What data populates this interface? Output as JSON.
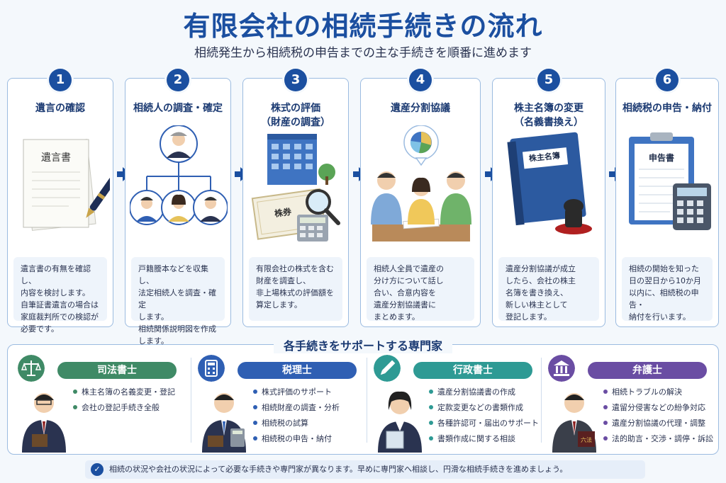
{
  "header": {
    "title": "有限会社の相続手続きの流れ",
    "subtitle": "相続発生から相続税の申告までの主な手続きを順番に進めます"
  },
  "steps": [
    {
      "number": "1",
      "title": [
        "遺言の確認"
      ],
      "doc_label": "遺言書",
      "desc": [
        "遺言書の有無を確認し、",
        "内容を検討します。",
        "自筆証書遺言の場合は",
        "家庭裁判所での検認が",
        "必要です。"
      ]
    },
    {
      "number": "2",
      "title": [
        "相続人の調査・確定"
      ],
      "desc": [
        "戸籍謄本などを収集し、",
        "法定相続人を調査・確定",
        "します。",
        "相続関係説明図を作成",
        "します。"
      ]
    },
    {
      "number": "3",
      "title": [
        "株式の評価",
        "（財産の調査）"
      ],
      "doc_label": "株券",
      "desc": [
        "有限会社の株式を含む",
        "財産を調査し、",
        "非上場株式の評価額を",
        "算定します。"
      ]
    },
    {
      "number": "4",
      "title": [
        "遺産分割協議"
      ],
      "desc": [
        "相続人全員で遺産の",
        "分け方について話し",
        "合い、合意内容を",
        "遺産分割協議書に",
        "まとめます。"
      ]
    },
    {
      "number": "5",
      "title": [
        "株主名簿の変更",
        "（名義書換え）"
      ],
      "doc_label": "株主名簿",
      "desc": [
        "遺産分割協議が成立",
        "したら、会社の株主",
        "名簿を書き換え、",
        "新しい株主として",
        "登記します。"
      ]
    },
    {
      "number": "6",
      "title": [
        "相続税の申告・納付"
      ],
      "doc_label": "申告書",
      "desc": [
        "相続の開始を知った",
        "日の翌日から10か月",
        "以内に、相続税の申告・",
        "納付を行います。"
      ]
    }
  ],
  "experts_section": {
    "title": "各手続きをサポートする専門家",
    "experts": [
      {
        "role": "司法書士",
        "color": "#3f8a66",
        "icon": "scales-icon",
        "items": [
          "株主名簿の名義変更・登記",
          "会社の登記手続き全般"
        ]
      },
      {
        "role": "税理士",
        "color": "#2f5fb3",
        "icon": "calculator-icon",
        "items": [
          "株式評価のサポート",
          "相続財産の調査・分析",
          "相続税の試算",
          "相続税の申告・納付"
        ]
      },
      {
        "role": "行政書士",
        "color": "#2e9a94",
        "icon": "pen-icon",
        "items": [
          "遺産分割協議書の作成",
          "定款変更などの書類作成",
          "各種許認可・届出のサポート",
          "書類作成に関する相談"
        ]
      },
      {
        "role": "弁護士",
        "color": "#6a4da3",
        "icon": "courthouse-icon",
        "book_label": "六法",
        "items": [
          "相続トラブルの解決",
          "遺留分侵害などの紛争対応",
          "遺産分割協議の代理・調整",
          "法的助言・交渉・調停・訴訟"
        ]
      }
    ]
  },
  "footer": {
    "icon": "check-circle-icon",
    "text": "相続の状況や会社の状況によって必要な手続きや専門家が異なります。早めに専門家へ相談し、円滑な相続手続きを進めましょう。"
  },
  "colors": {
    "primary": "#1b4fa0",
    "panel_bg": "#eef4fb",
    "border": "#9bbbe0"
  }
}
